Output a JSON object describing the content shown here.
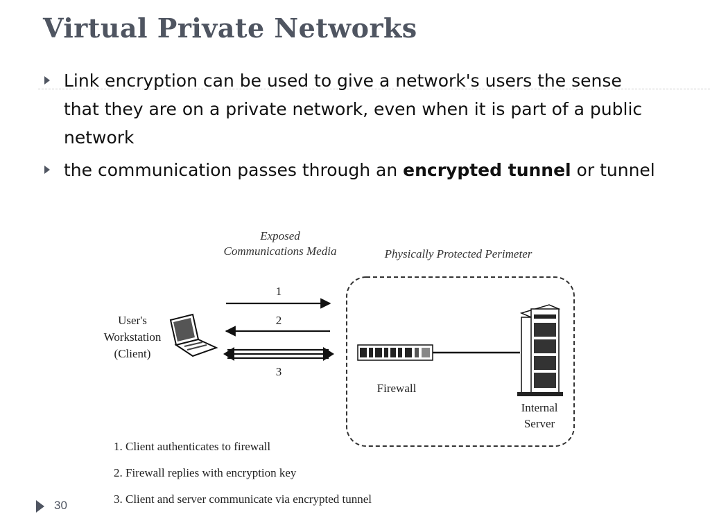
{
  "slide": {
    "title": "Virtual Private Networks",
    "number": "30"
  },
  "bullets": [
    {
      "before": "Link encryption can be used to give a network's users the sense that they are on a private network, even when it is part of a public network",
      "bold": "",
      "after": ""
    },
    {
      "before": "the communication passes through an ",
      "bold": "encrypted tunnel",
      "after": " or tunnel"
    }
  ],
  "figure": {
    "exposed_label_line1": "Exposed",
    "exposed_label_line2": "Communications Media",
    "perimeter_label": "Physically Protected Perimeter",
    "client_label_line1": "User's",
    "client_label_line2": "Workstation",
    "client_label_line3": "(Client)",
    "arrow_1": "1",
    "arrow_2": "2",
    "arrow_3": "3",
    "firewall_label": "Firewall",
    "server_label_line1": "Internal",
    "server_label_line2": "Server",
    "steps": [
      "1. Client authenticates to firewall",
      "2. Firewall replies with encryption key",
      "3. Client and server communicate via encrypted tunnel"
    ]
  }
}
